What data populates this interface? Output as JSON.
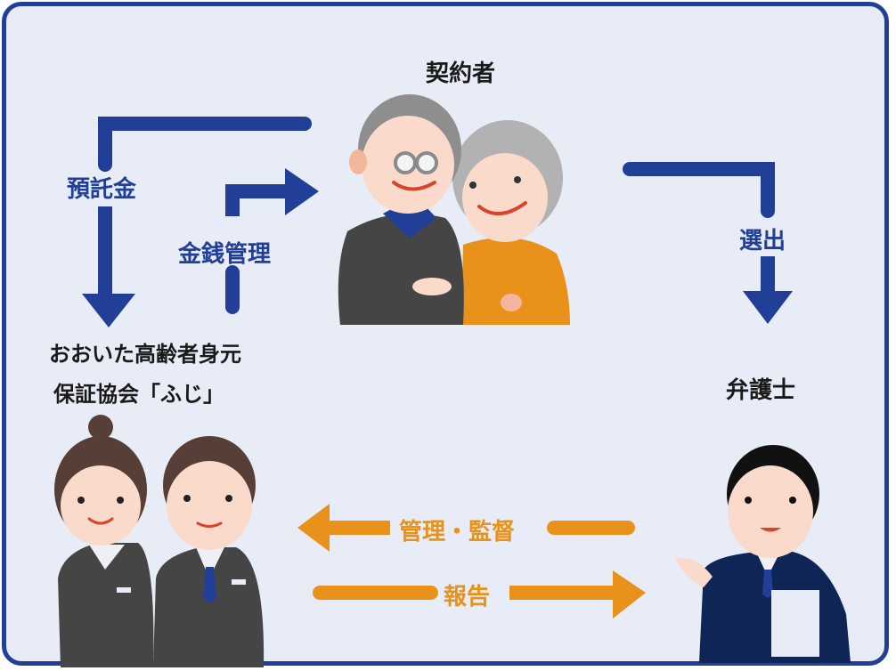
{
  "diagram": {
    "title": "",
    "nodes": {
      "contractor": {
        "label": "契約者"
      },
      "association": {
        "line1": "おおいた高齢者身元",
        "line2": "保証協会「ふじ」"
      },
      "lawyer": {
        "label": "弁護士"
      }
    },
    "edges": {
      "deposit": {
        "label": "預託金",
        "from": "contractor",
        "to": "association"
      },
      "money_management": {
        "label": "金銭管理",
        "from": "association",
        "to": "contractor"
      },
      "selection": {
        "label": "選出",
        "from": "contractor",
        "to": "lawyer"
      },
      "supervision": {
        "label": "管理・監督",
        "from": "lawyer",
        "to": "association"
      },
      "report": {
        "label": "報告",
        "from": "association",
        "to": "lawyer"
      }
    },
    "colors": {
      "primary": "#223f98",
      "accent": "#e9921b",
      "background": "#e8ecf6"
    }
  }
}
